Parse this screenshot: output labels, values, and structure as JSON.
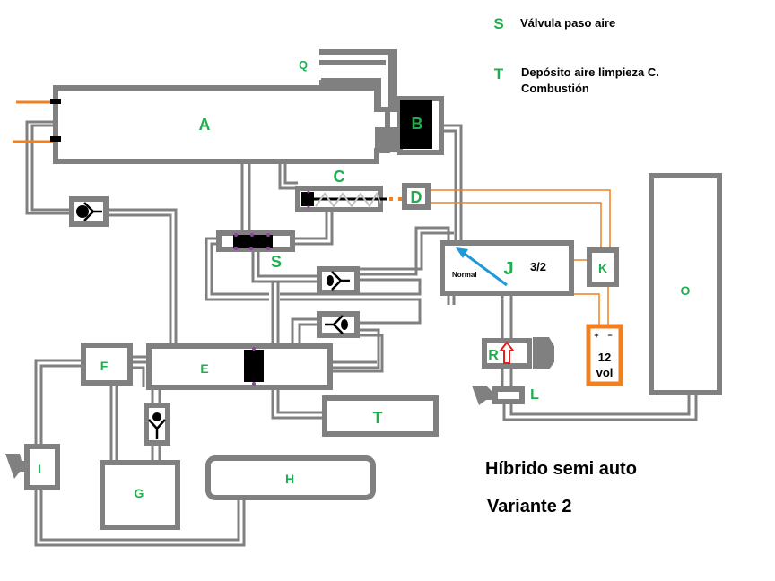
{
  "legend": [
    {
      "key": "S",
      "text": "Válvula paso aire"
    },
    {
      "key": "T",
      "text": "Depósito aire limpieza C.",
      "text2": "Combustión"
    }
  ],
  "components": {
    "A": "A",
    "B": "B",
    "C": "C",
    "D": "D",
    "E": "E",
    "F": "F",
    "G": "G",
    "H": "H",
    "I": "I",
    "J": "J",
    "K": "K",
    "L": "L",
    "O": "O",
    "Q": "Q",
    "R": "R",
    "S": "S",
    "T": "T"
  },
  "valve_j": {
    "type": "3/2",
    "state": "Normal"
  },
  "battery": {
    "plus": "+",
    "minus": "−",
    "value": "12",
    "unit": "vol"
  },
  "title": {
    "line1": "Híbrido semi auto",
    "line2": "Variante 2"
  },
  "colors": {
    "label": "#1fae4e",
    "pipe": "#808080",
    "wire": "#f08020",
    "arrow_blue": "#1e9ad6",
    "arrow_red": "#e02020",
    "port": "#9040a0"
  }
}
